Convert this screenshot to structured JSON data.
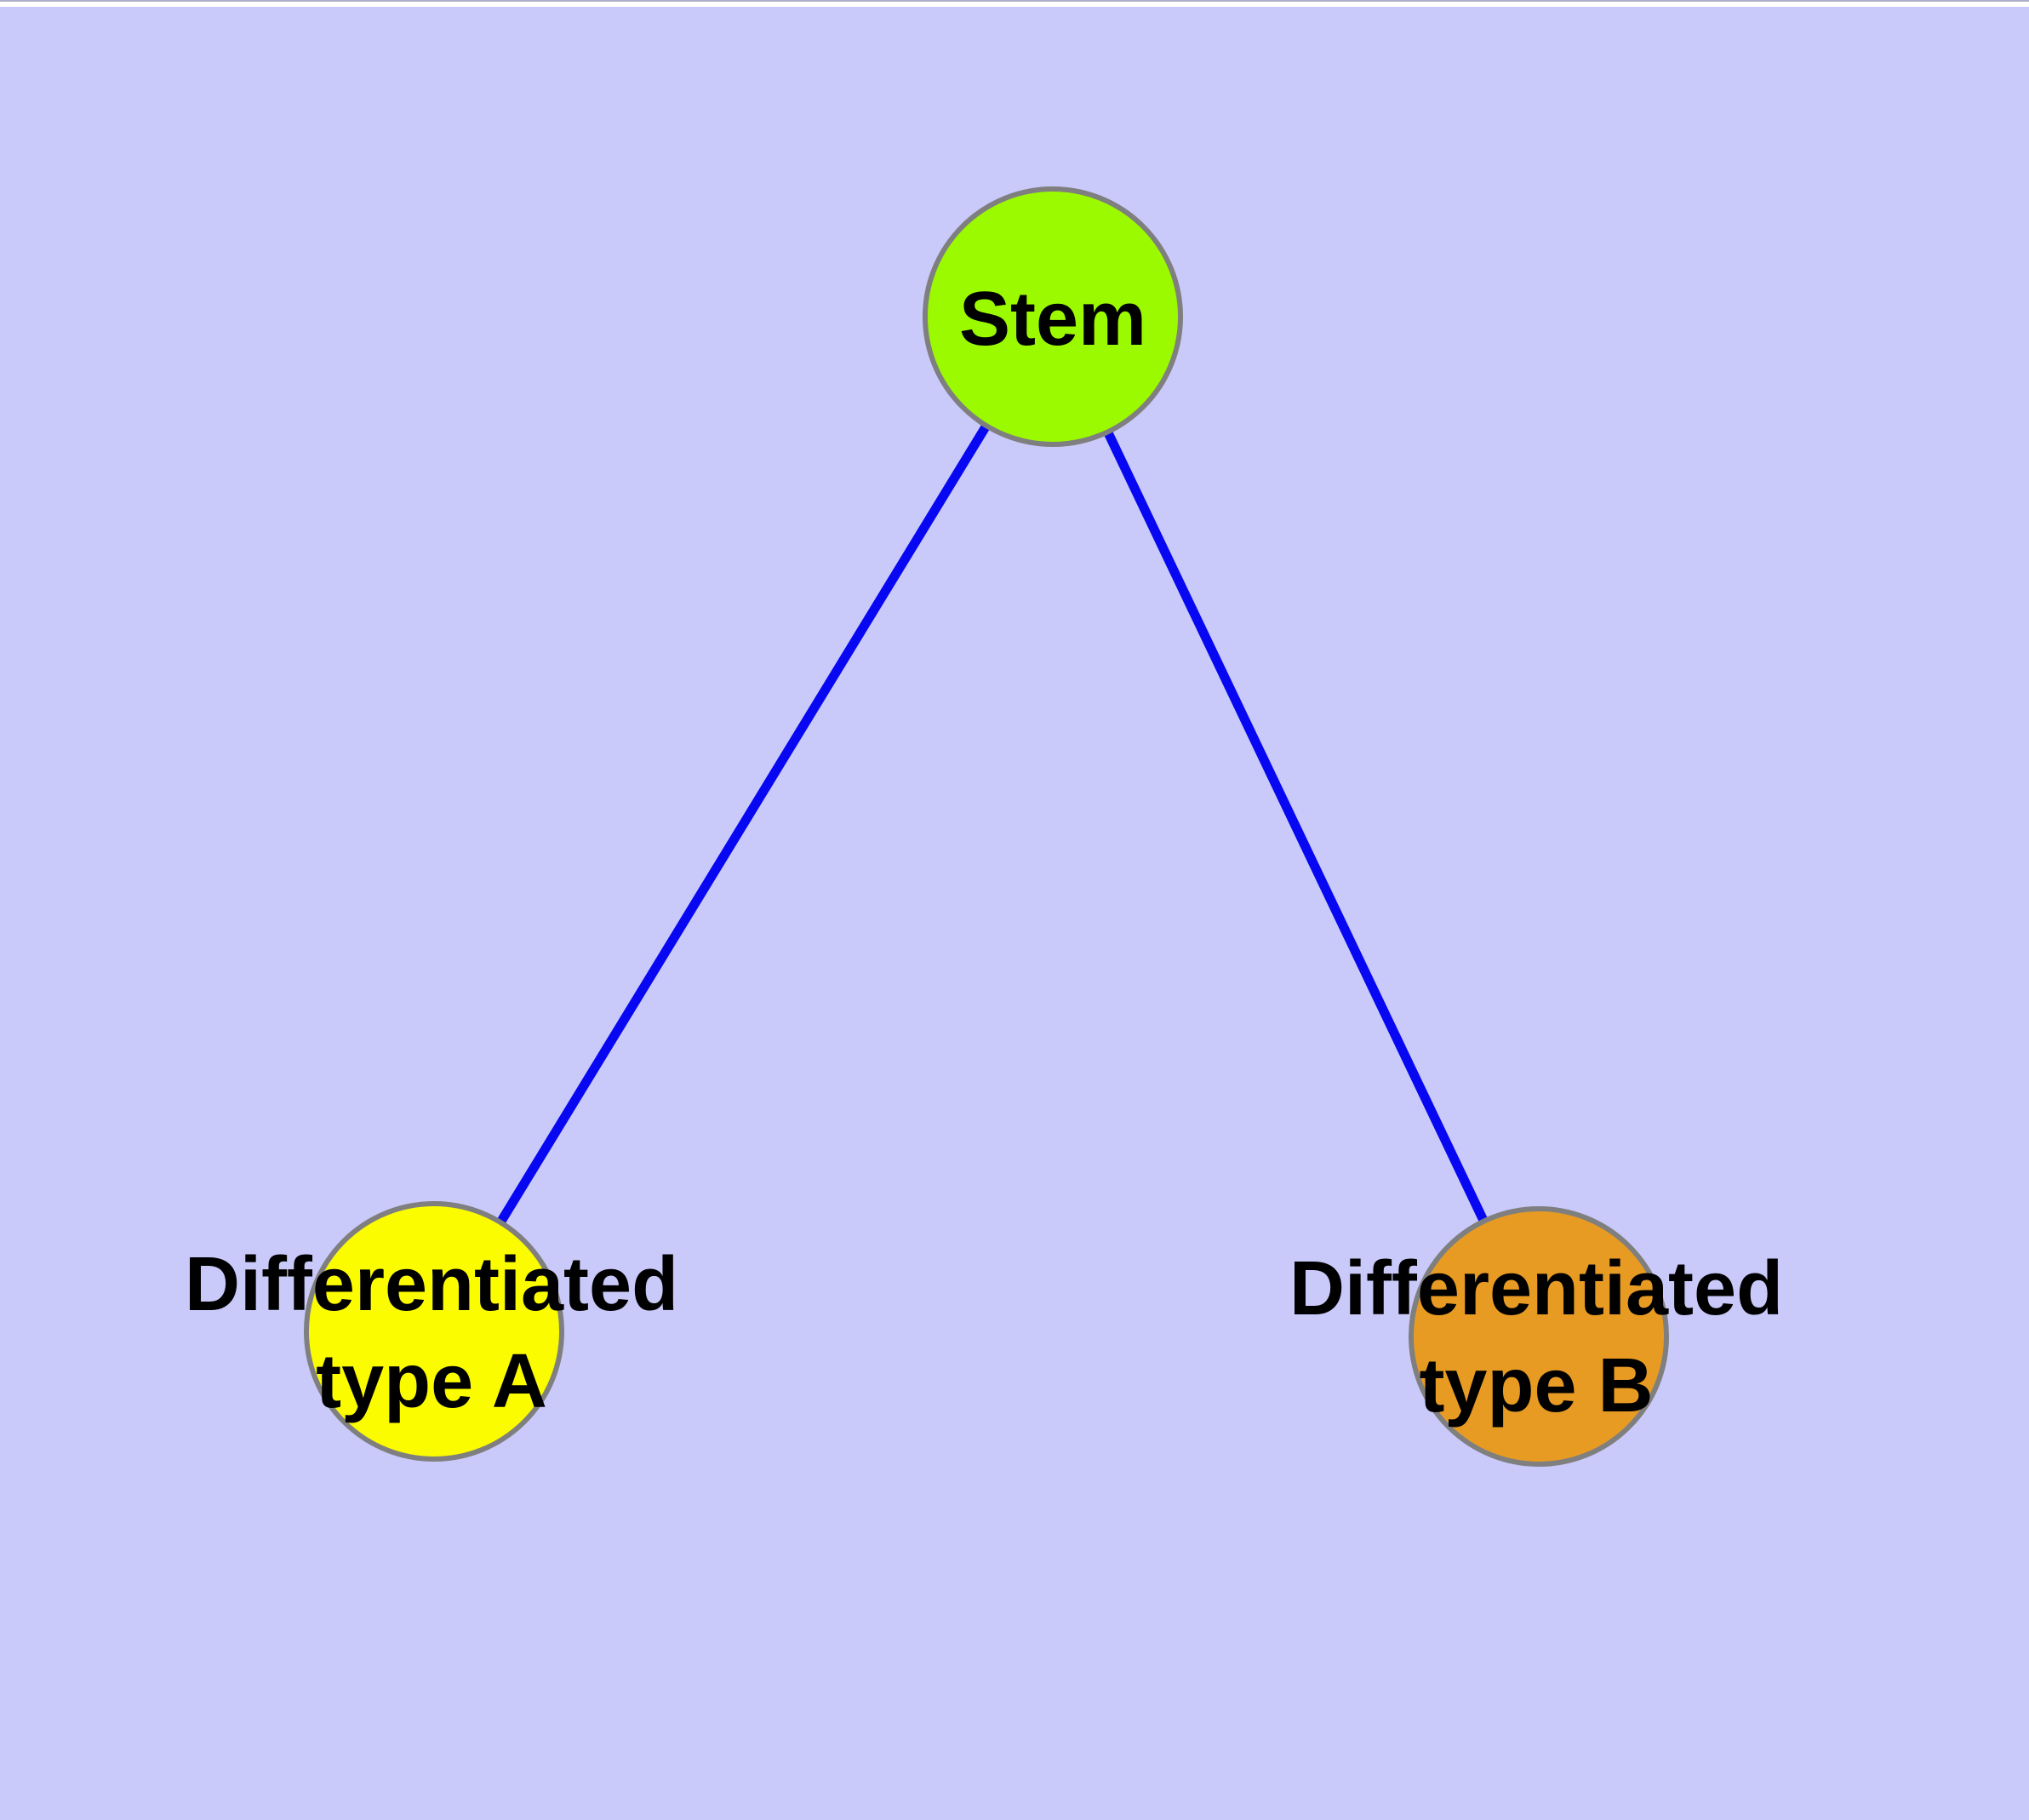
{
  "canvas": {
    "background_color": "#C9C9FA",
    "top_strip_color": "#FFFFFF"
  },
  "diagram": {
    "type": "node-link-graph",
    "description": "Stem cell differentiation tree: one stem node connected to two differentiated cell type nodes",
    "node_border_color": "#7F7F7F",
    "nodes": [
      {
        "id": "stem",
        "label": "Stem",
        "fill": "#9BFA00"
      },
      {
        "id": "differentiated-type-a",
        "label": "Differentiated\ntype A",
        "fill": "#FCFC00"
      },
      {
        "id": "differentiated-type-b",
        "label": "Differentiated\ntype B",
        "fill": "#E89B23"
      }
    ],
    "edges": [
      {
        "from": "stem",
        "to": "differentiated-type-a",
        "color": "#0707F2"
      },
      {
        "from": "stem",
        "to": "differentiated-type-b",
        "color": "#0707F2"
      }
    ]
  }
}
